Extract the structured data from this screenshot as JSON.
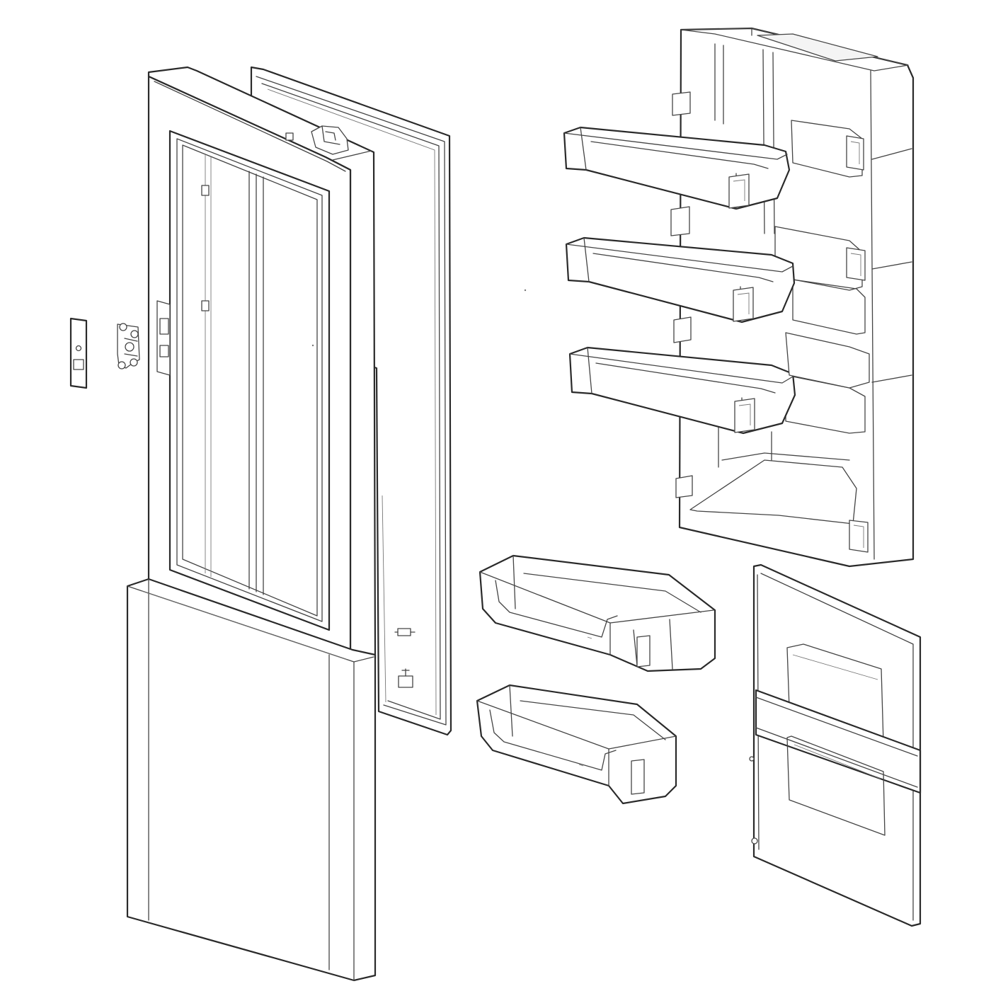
{
  "diagram": {
    "background": "#ffffff",
    "line_color": "#2a2a2a",
    "parts": [
      "door-outer-panel",
      "door-gasket",
      "hinge-cover",
      "hinge-bracket",
      "door-liner",
      "upper-door-bins",
      "large-door-bin",
      "small-door-bin",
      "door-in-door-panel"
    ]
  }
}
